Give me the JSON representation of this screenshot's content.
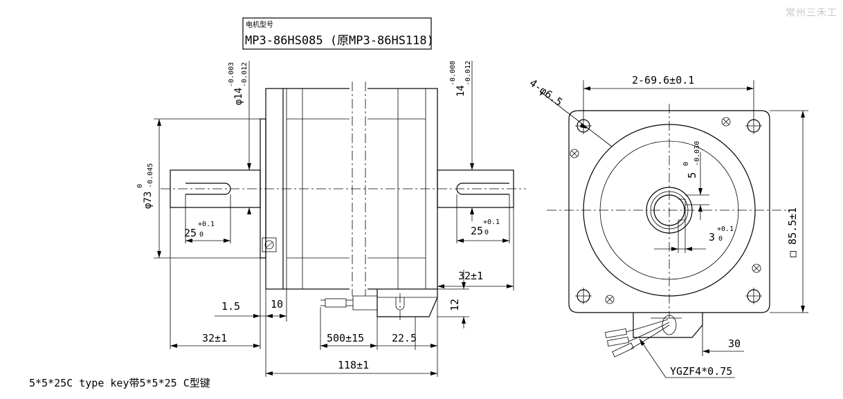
{
  "watermark": "常州三禾工",
  "model_box": {
    "label": "电机型号",
    "value": "MP3-86HS085 (原MP3-86HS118)"
  },
  "dimensions": {
    "shaft_dia_left": "φ14",
    "shaft_dia_left_tol_upper": "-0.003",
    "shaft_dia_left_tol_lower": "-0.012",
    "shaft_dia_right": "14",
    "shaft_dia_right_tol_upper": "-0.008",
    "shaft_dia_right_tol_lower": "-0.012",
    "pilot_dia": "φ73",
    "pilot_tol_upper": "0",
    "pilot_tol_lower": "-0.045",
    "key_len_left": "25",
    "key_len_left_tol_upper": "+0.1",
    "key_len_left_tol_lower": "0",
    "key_len_right": "25",
    "key_len_right_tol_upper": "+0.1",
    "key_len_right_tol_lower": "0",
    "flange_thk": "1.5",
    "flange_len": "10",
    "shaft_len_left": "32±1",
    "lead_len": "500±15",
    "body_to_conn": "22.5",
    "body_len": "118±1",
    "shaft_len_right": "32±1",
    "conn_h": "12",
    "bolt_holes": "4-φ6.5",
    "bolt_spacing": "2-69.6±0.1",
    "keyway_depth": "5",
    "keyway_depth_tol_upper": "0",
    "keyway_depth_tol_lower": "-0.030",
    "key_width": "3",
    "key_width_tol_upper": "+0.1",
    "key_width_tol_lower": "0",
    "frame_size": "□ 85.5±1",
    "cable_offset": "30",
    "cable_spec": "YGZF4*0.75"
  },
  "footnote": "5*5*25C type key带5*5*25 C型键"
}
